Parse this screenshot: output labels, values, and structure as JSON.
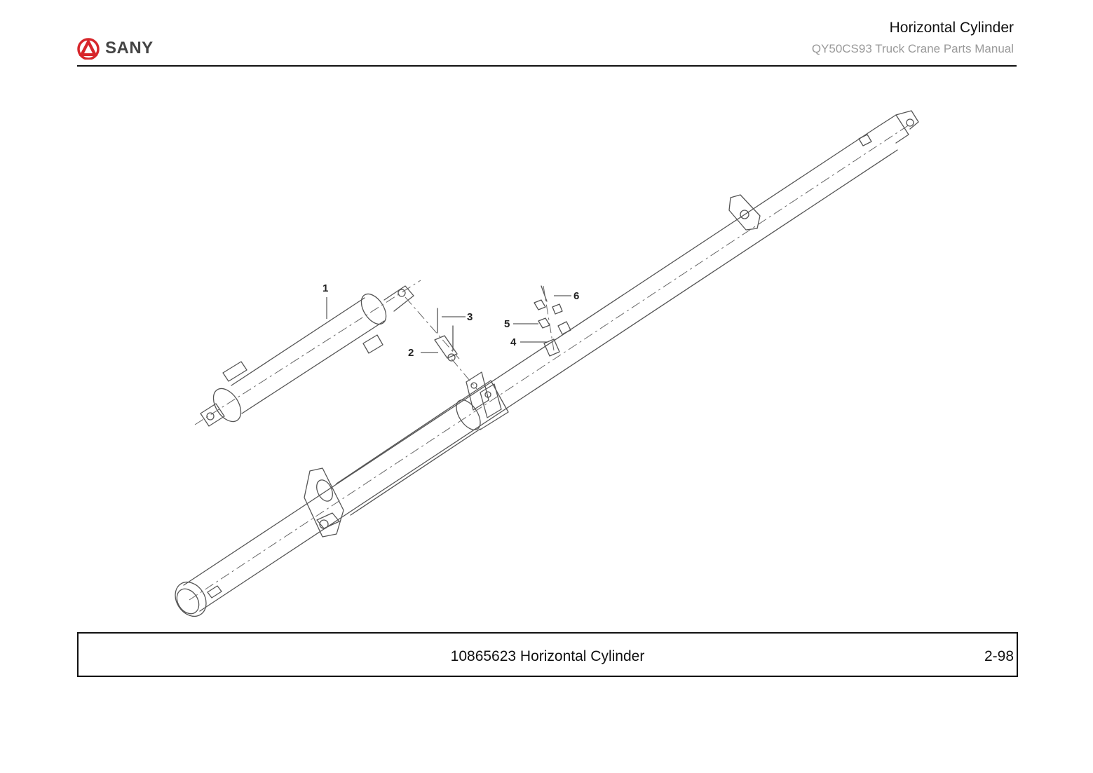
{
  "header": {
    "brand": "SANY",
    "title": "Horizontal Cylinder",
    "subtitle": "QY50CS93 Truck Crane  Parts Manual"
  },
  "callouts": [
    "1",
    "2",
    "3",
    "4",
    "5",
    "6"
  ],
  "footer": {
    "caption": "10865623 Horizontal Cylinder",
    "page": "2-98"
  },
  "colors": {
    "logo_red": "#d7262b",
    "line": "#555555"
  }
}
